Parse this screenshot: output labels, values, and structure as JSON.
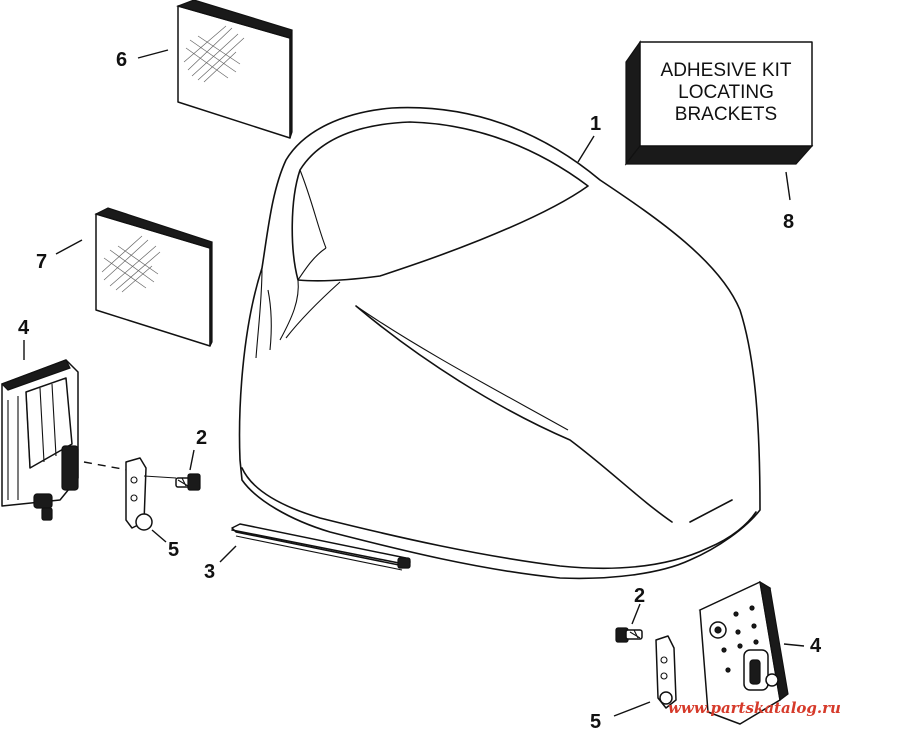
{
  "callouts": {
    "c1": "1",
    "c2a": "2",
    "c2b": "2",
    "c3": "3",
    "c4a": "4",
    "c4b": "4",
    "c5a": "5",
    "c5b": "5",
    "c6": "6",
    "c7": "7",
    "c8": "8"
  },
  "kit_box": {
    "line1": "ADHESIVE KIT",
    "line2": "LOCATING",
    "line3": "BRACKETS"
  },
  "watermark": "www.partskatalog.ru"
}
